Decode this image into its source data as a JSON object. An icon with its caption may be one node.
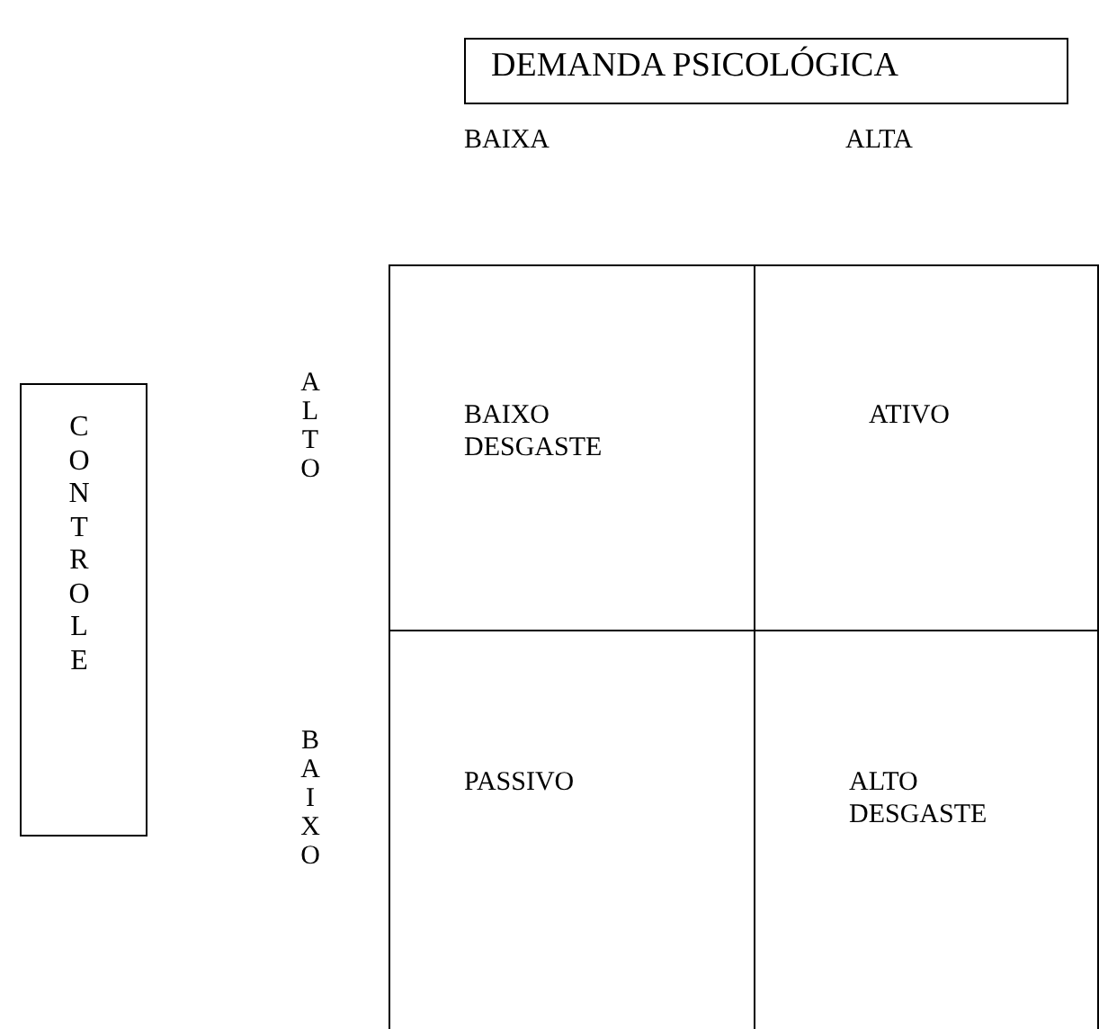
{
  "diagram": {
    "nodes": [
      {
        "text": [
          "DEMANDA PSICOLÓGICA"
        ]
      },
      {
        "text": [
          "CONTROLE"
        ]
      },
      {
        "text": [
          "BAIXO DESGASTE"
        ]
      },
      {
        "text": [
          "ATIVO"
        ]
      },
      {
        "text": [
          "PASSIVO"
        ]
      },
      {
        "text": [
          "ALTO DESGASTE"
        ]
      }
    ],
    "labels": [
      "BAIXA",
      "ALTA",
      "ALTO",
      "BAIXO"
    ]
  }
}
